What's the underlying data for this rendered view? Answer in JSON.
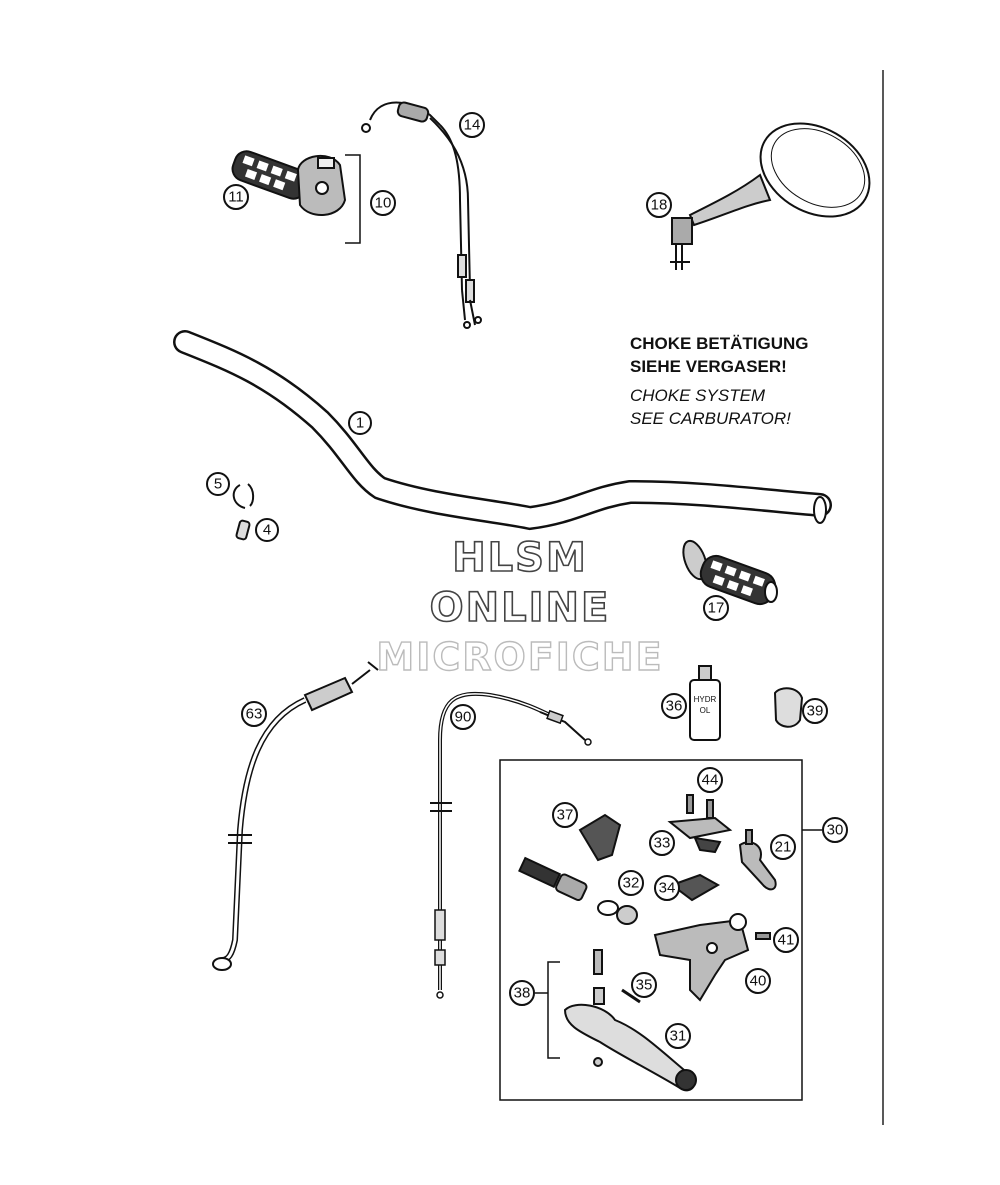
{
  "notes": {
    "de_line1": "CHOKE BETÄTIGUNG",
    "de_line2": "SIEHE VERGASER!",
    "en_line1": "CHOKE SYSTEM",
    "en_line2": "SEE CARBURATOR!"
  },
  "watermark": {
    "line1": "HLSM",
    "line2": "ONLINE",
    "line3": "MICROFICHE"
  },
  "parts": {
    "p1": "1",
    "p4": "4",
    "p5": "5",
    "p10": "10",
    "p11": "11",
    "p14": "14",
    "p17": "17",
    "p18": "18",
    "p21": "21",
    "p30": "30",
    "p31": "31",
    "p32": "32",
    "p33": "33",
    "p34": "34",
    "p35": "35",
    "p36": "36",
    "p37": "37",
    "p38": "38",
    "p39": "39",
    "p40": "40",
    "p41": "41",
    "p44": "44",
    "p63": "63",
    "p90": "90"
  },
  "oil_bottle": {
    "line1": "HYDR",
    "line2": "OL"
  }
}
